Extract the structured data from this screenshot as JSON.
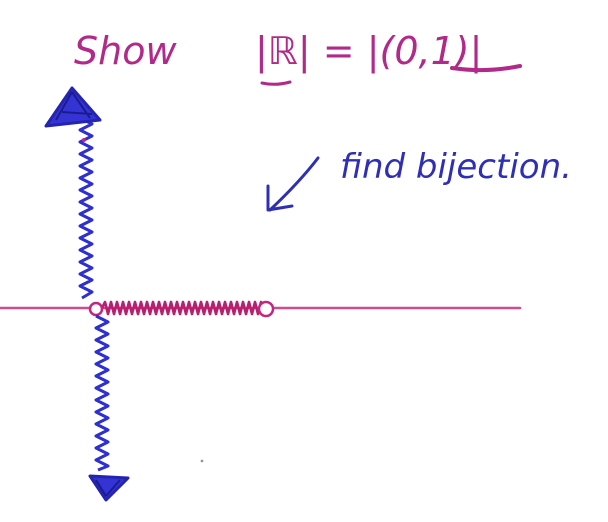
{
  "heading": {
    "show_word": "Show",
    "equation": "|ℝ| = |(0,1)|"
  },
  "note": {
    "text": "find bijection."
  },
  "colors": {
    "magenta": "#c0277f",
    "blue": "#2f2fb5",
    "axis_pink": "#d04a8f",
    "background": "#ffffff"
  }
}
